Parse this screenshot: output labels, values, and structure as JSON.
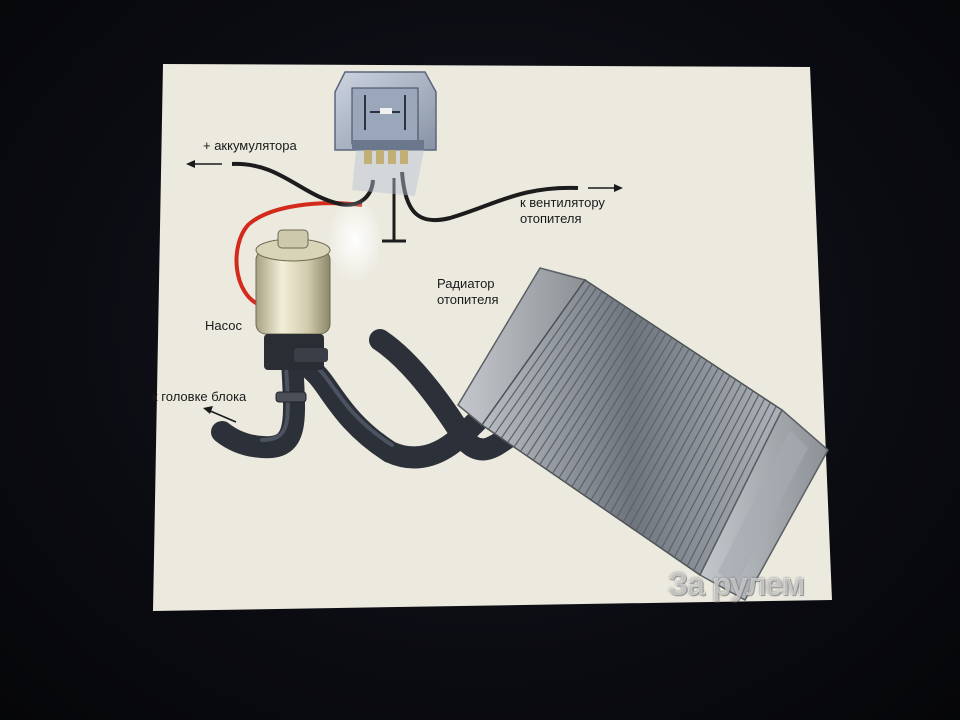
{
  "labels": {
    "battery": "+ аккумулятора",
    "fan_line1": "к вентилятору",
    "fan_line2": "отопителя",
    "radiator_line1": "Радиатор",
    "radiator_line2": "отопителя",
    "pump": "Насос",
    "head": "к головке блока"
  },
  "watermark": "За рулем",
  "colors": {
    "paper": "#eceadf",
    "hose": "#2c3038",
    "wire_black": "#1c1c1c",
    "wire_red": "#d42a1c",
    "radiator_fin": "#8f959d",
    "pump_body": "#d8d4b8"
  }
}
